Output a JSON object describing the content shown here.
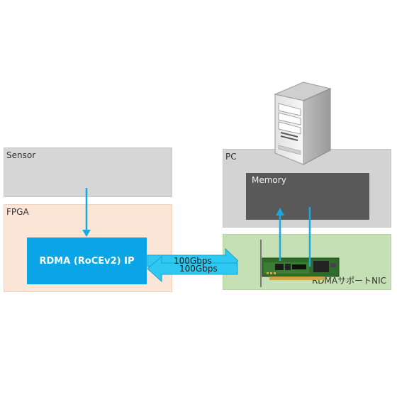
{
  "sensor": {
    "label": "Sensor"
  },
  "fpga": {
    "label": "FPGA",
    "ip_label": "RDMA (RoCEv2) IP"
  },
  "pc": {
    "label": "PC",
    "memory_label": "Memory"
  },
  "nic": {
    "label": "RDMAサポートNIC"
  },
  "links": {
    "upper_speed": "100Gbps",
    "lower_speed": "100Gbps"
  },
  "colors": {
    "sensor_bg": "#d6d6d6",
    "fpga_bg": "#fbe5d6",
    "ip_bg": "#0aa5e6",
    "pc_bg": "#d3d3d3",
    "memory_bg": "#595959",
    "nic_bg": "#c5e0b4",
    "arrow": "#1aa8e0",
    "arrow_dark": "#0c7fb3"
  }
}
